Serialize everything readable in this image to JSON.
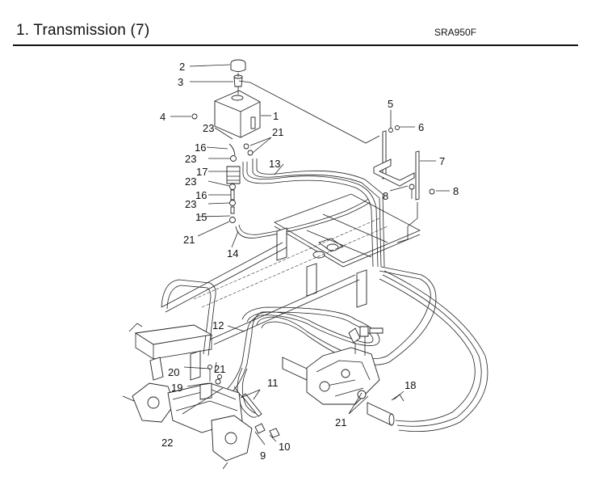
{
  "header": {
    "title": "1. Transmission (7)",
    "model": "SRA950F"
  },
  "callouts": [
    {
      "id": "c1",
      "label": "1"
    },
    {
      "id": "c2",
      "label": "2"
    },
    {
      "id": "c3",
      "label": "3"
    },
    {
      "id": "c4",
      "label": "4"
    },
    {
      "id": "c5",
      "label": "5"
    },
    {
      "id": "c6",
      "label": "6"
    },
    {
      "id": "c7",
      "label": "7"
    },
    {
      "id": "c8a",
      "label": "8"
    },
    {
      "id": "c8b",
      "label": "8"
    },
    {
      "id": "c9",
      "label": "9"
    },
    {
      "id": "c10",
      "label": "10"
    },
    {
      "id": "c11",
      "label": "11"
    },
    {
      "id": "c12",
      "label": "12"
    },
    {
      "id": "c13",
      "label": "13"
    },
    {
      "id": "c14",
      "label": "14"
    },
    {
      "id": "c15",
      "label": "15"
    },
    {
      "id": "c16a",
      "label": "16"
    },
    {
      "id": "c16b",
      "label": "16"
    },
    {
      "id": "c17",
      "label": "17"
    },
    {
      "id": "c18",
      "label": "18"
    },
    {
      "id": "c19",
      "label": "19"
    },
    {
      "id": "c20",
      "label": "20"
    },
    {
      "id": "c21a",
      "label": "21"
    },
    {
      "id": "c21b",
      "label": "21"
    },
    {
      "id": "c21c",
      "label": "21"
    },
    {
      "id": "c21d",
      "label": "21"
    },
    {
      "id": "c22",
      "label": "22"
    },
    {
      "id": "c23a",
      "label": "23"
    },
    {
      "id": "c23b",
      "label": "23"
    },
    {
      "id": "c23c",
      "label": "23"
    },
    {
      "id": "c23d",
      "label": "23"
    }
  ]
}
